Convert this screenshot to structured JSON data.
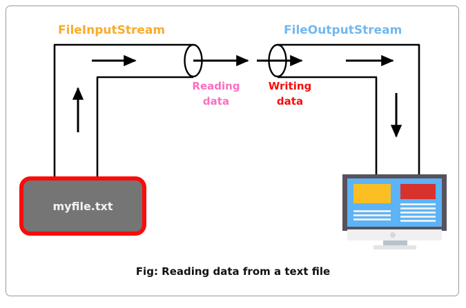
{
  "figure": {
    "caption": "Fig: Reading data from a text file",
    "border_color": "#9a9a9a"
  },
  "labels": {
    "input_stream": {
      "text": "FileInputStream",
      "color": "#f8ac2a"
    },
    "output_stream": {
      "text": "FileOutputStream",
      "color": "#72b8f0"
    },
    "reading": {
      "line1": "Reading",
      "line2": "data",
      "color": "#fb6ec0"
    },
    "writing": {
      "line1": "Writing",
      "line2": "data",
      "color": "#f50d0d"
    }
  },
  "file_box": {
    "name": "myfile.txt",
    "fill": "#757575",
    "border": "#fb0b0b",
    "text_color": "#f2f2f2"
  },
  "monitor": {
    "bezel_color": "#57525c",
    "screen_color": "#5cb3f5",
    "block_yellow": "#fbbf24",
    "block_red": "#d8322c",
    "line_color": "#e8eef3",
    "stand_color": "#e4e4e4"
  },
  "flow": {
    "stroke": "#000000",
    "arrows": [
      "read-forward-arrow",
      "read-out-arrow",
      "write-in-arrow",
      "write-forward-arrow",
      "return-up-arrow",
      "return-down-arrow"
    ],
    "pipes": [
      "input-stream-pipe",
      "output-stream-pipe"
    ]
  }
}
